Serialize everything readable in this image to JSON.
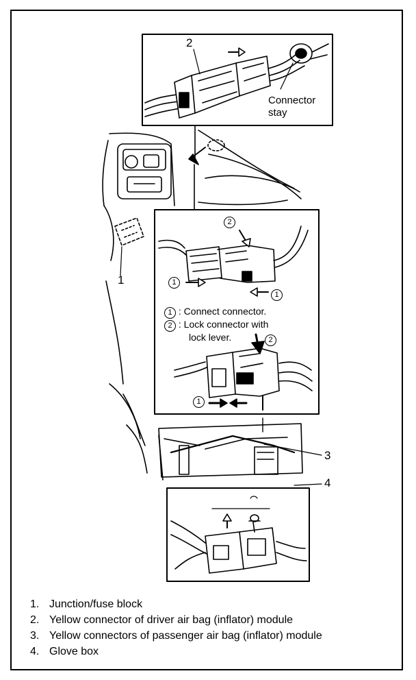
{
  "callouts": {
    "c1": "1",
    "c2": "2",
    "c3": "3",
    "c4": "4"
  },
  "labels": {
    "connector_stay_line1": "Connector",
    "connector_stay_line2": "stay"
  },
  "steps": [
    {
      "marker": "1",
      "text": ": Connect connector."
    },
    {
      "marker": "2",
      "text": ": Lock connector with",
      "text2": "lock lever."
    }
  ],
  "markers": {
    "step1": "1",
    "step2": "2"
  },
  "legend": [
    {
      "num": "1.",
      "text": "Junction/fuse block"
    },
    {
      "num": "2.",
      "text": "Yellow connector of driver air bag (inflator) module"
    },
    {
      "num": "3.",
      "text": "Yellow connectors of passenger air bag (inflator) module"
    },
    {
      "num": "4.",
      "text": "Glove box"
    }
  ]
}
